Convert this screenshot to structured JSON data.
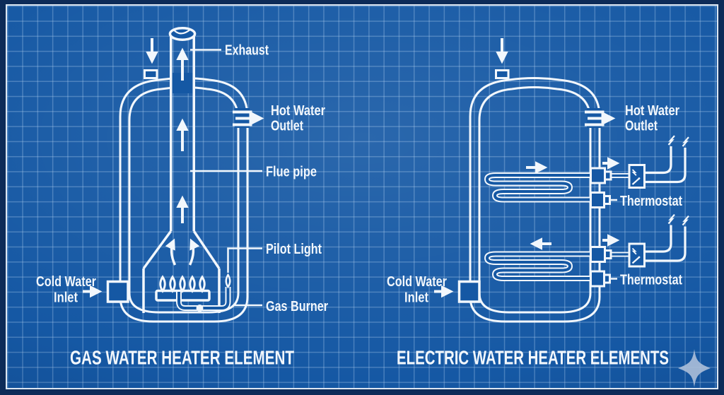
{
  "colors": {
    "frame": "#0d2b58",
    "field_blue": "#1558a4",
    "grid_line": "#6fa0d6",
    "line_white": "#f2f7fc",
    "logo_gray_blue": "#a9bdd8"
  },
  "left_diagram": {
    "title": "GAS WATER HEATER ELEMENT",
    "labels": {
      "exhaust": "Exhaust",
      "hot_water1": "Hot Water",
      "hot_water2": "Outlet",
      "flue_pipe": "Flue pipe",
      "pilot_light": "Pilot Light",
      "gas_burner": "Gas Burner",
      "cold_water1": "Cold Water",
      "cold_water2": "Inlet"
    }
  },
  "right_diagram": {
    "title": "ELECTRIC WATER HEATER ELEMENTS",
    "labels": {
      "hot_water1": "Hot Water",
      "hot_water2": "Outlet",
      "thermostat_upper": "Thermostat",
      "thermostat_lower": "Thermostat",
      "cold_water1": "Cold Water",
      "cold_water2": "Inlet"
    }
  },
  "icons": {
    "logo": "sparkle-icon",
    "flow_arrows": "flow-arrow-icon",
    "power_marks": "power-break-icon"
  }
}
